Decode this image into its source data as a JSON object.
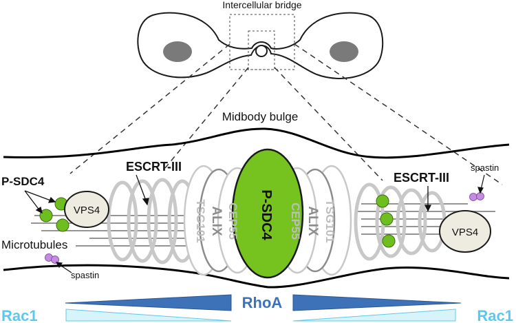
{
  "labels": {
    "intercellular_bridge": "Intercellular bridge",
    "midbody_bulge": "Midbody bulge",
    "escrt_left": "ESCRT-III",
    "escrt_right": "ESCRT-III",
    "psdc4_left": "P-SDC4",
    "psdc4_center": "P-SDC4",
    "vps4_left": "VPS4",
    "vps4_right": "VPS4",
    "microtubules": "Microtubules",
    "spastin_left": "spastin",
    "spastin_right": "spastin",
    "tsg101_left": "TSG101",
    "alix_left": "ALIX",
    "cep55_left": "CEP55",
    "cep55_right": "CEP55",
    "alix_right": "ALIX",
    "tsg101_right": "TSG101",
    "rhoa": "RhoA",
    "rac1_left": "Rac1",
    "rac1_right": "Rac1"
  },
  "colors": {
    "psdc4_green": "#6fbe1f",
    "psdc4_center_fill": "#76c21e",
    "vps4_fill": "#eeebe0",
    "spastin_purple": "#c48be0",
    "ring_gray": "#c8c8c8",
    "rhoa_blue": "#3e72b8",
    "rac1_cyan": "#5bc8ee",
    "rac1_fill": "#d8f4fb"
  }
}
